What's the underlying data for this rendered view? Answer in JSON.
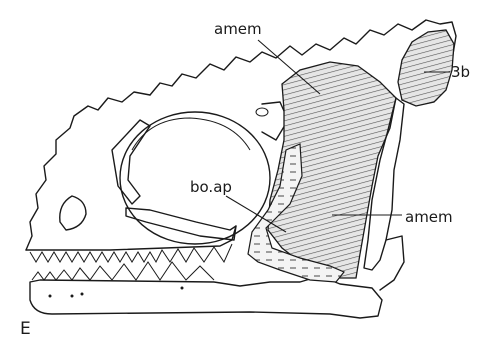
{
  "figure": {
    "panel_letter": "E",
    "labels": {
      "amem_upper": "amem",
      "three_b": "3b",
      "bo_ap": "bo.ap",
      "amem_lower": "amem"
    }
  }
}
